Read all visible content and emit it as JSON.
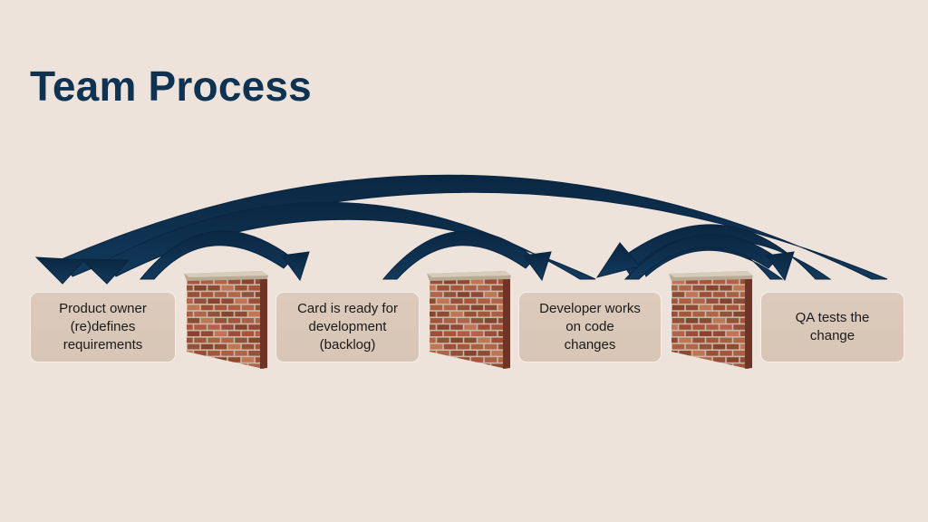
{
  "title": "Team Process",
  "steps": [
    {
      "label": "Product owner\n(re)defines\nrequirements"
    },
    {
      "label": "Card is ready for\ndevelopment\n(backlog)"
    },
    {
      "label": "Developer works\non code\nchanges"
    },
    {
      "label": "QA tests the\nchange"
    }
  ],
  "colors": {
    "background": "#ede3db",
    "title": "#0d3252",
    "arrow": "#0f2f4c",
    "box_fill": "#dccbbc",
    "brick": "#9e5238"
  },
  "icons": [
    "brick-wall-icon",
    "brick-wall-icon",
    "brick-wall-icon"
  ]
}
